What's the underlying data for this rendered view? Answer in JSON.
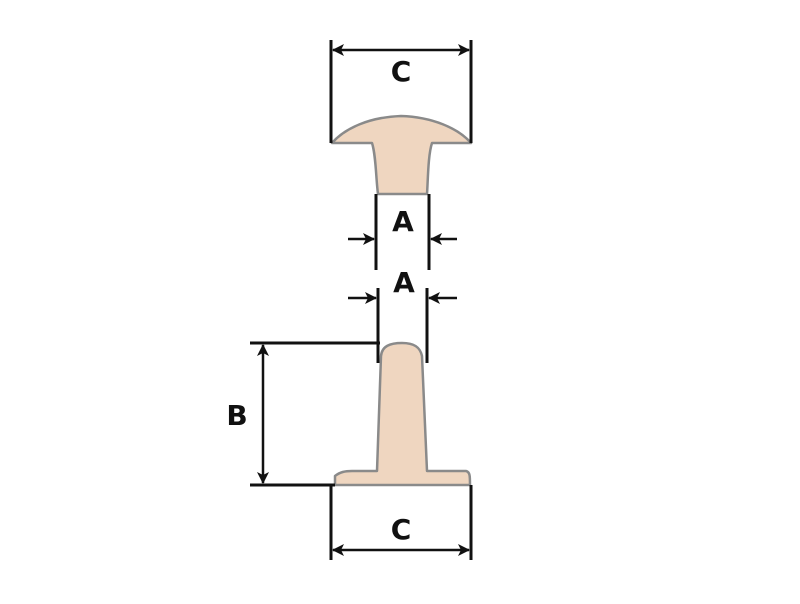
{
  "diagram": {
    "colors": {
      "part_fill": "#efd6c0",
      "part_outline": "#8a8a8a",
      "line": "#111111"
    },
    "labels": {
      "top_cap_width": "C",
      "top_shank_width": "A",
      "bottom_shank_width": "A",
      "bottom_height": "B",
      "bottom_base_width": "C"
    }
  }
}
